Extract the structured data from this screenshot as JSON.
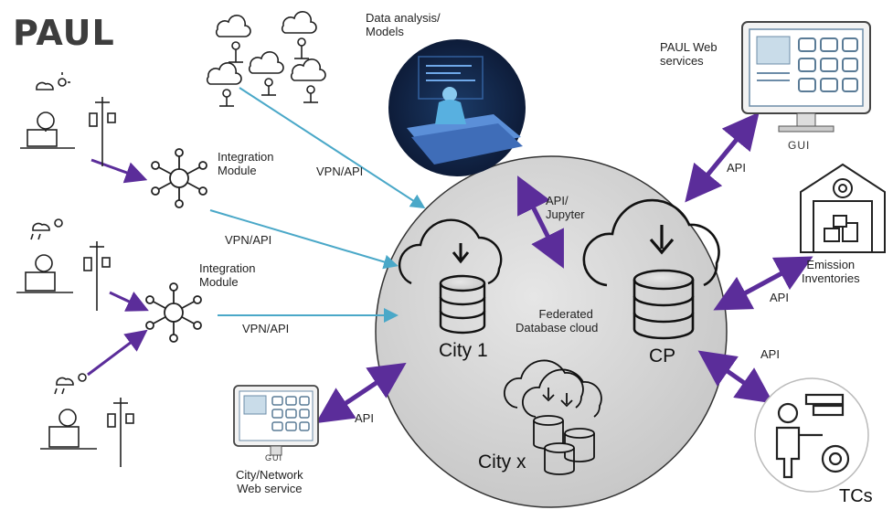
{
  "title": "PAUL",
  "labels": {
    "data_analysis": "Data analysis/",
    "models": "Models",
    "paul_web": "PAUL Web",
    "services": "services",
    "gui_top": "GUI",
    "gui_bottom": "GUI",
    "integration1_a": "Integration",
    "integration1_b": "Module",
    "integration2_a": "Integration",
    "integration2_b": "Module",
    "vpn_top": "VPN/API",
    "vpn_mid": "VPN/API",
    "vpn_low": "VPN/API",
    "api_jupyter_a": "API/",
    "api_jupyter_b": "Jupyter",
    "api_gui": "API",
    "api_emission": "API",
    "api_tcs": "API",
    "api_city_web": "API",
    "federated_a": "Federated",
    "federated_b": "Database cloud",
    "city1": "City 1",
    "cp": "CP",
    "cityx": "City x",
    "emission_a": "Emission",
    "emission_b": "Inventories",
    "tcs": "TCs",
    "city_web_a": "City/Network",
    "city_web_b": "Web service"
  },
  "colors": {
    "arrow_purple": "#5b2d9a",
    "arrow_blue": "#4aa8c8",
    "cloud_gray": "#d2d2d2",
    "icon_dark": "#222222"
  }
}
